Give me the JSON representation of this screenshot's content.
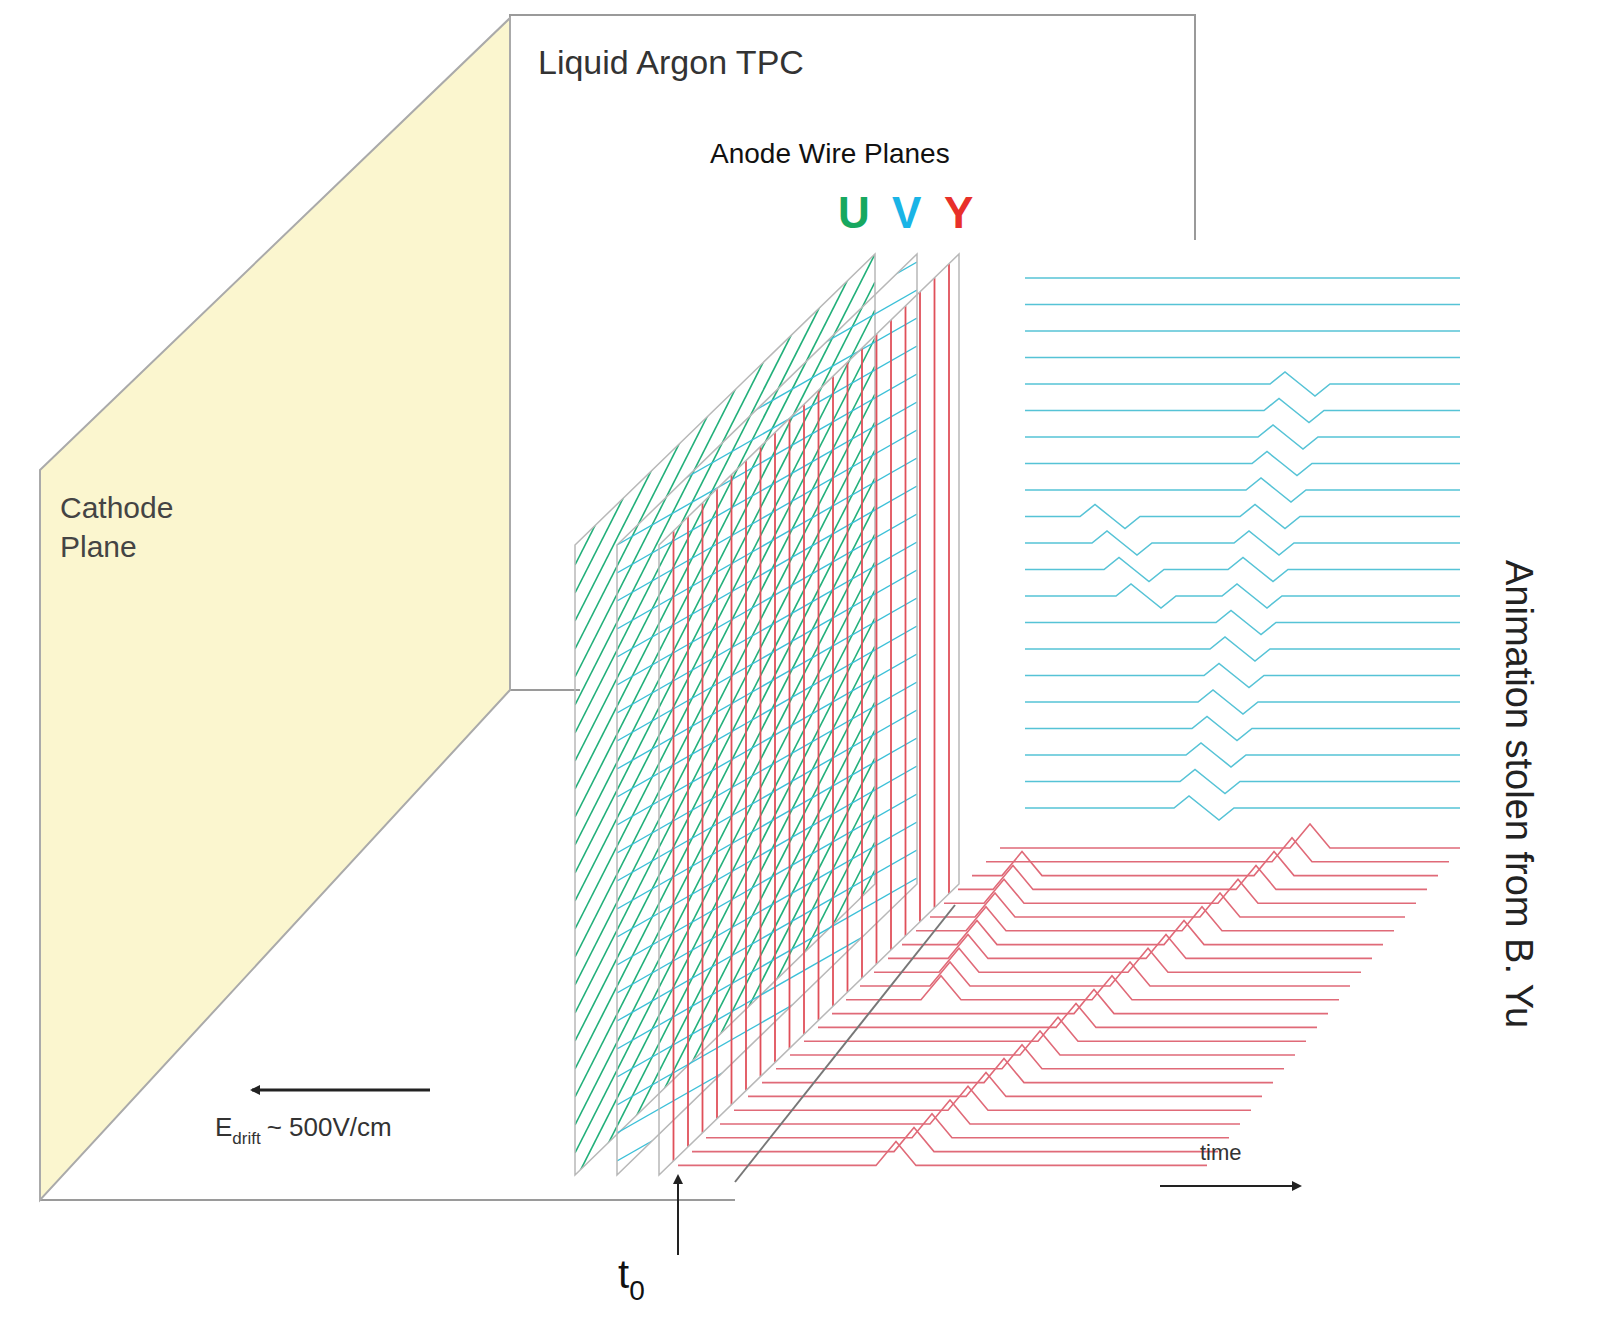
{
  "diagram": {
    "nodes": [
      {
        "text": [
          "Liquid Argon TPC"
        ]
      },
      {
        "text": [
          "Cathode Plane"
        ]
      }
    ],
    "labels": [
      "Anode Wire Planes",
      "U",
      "V",
      "Y",
      "E",
      "drift",
      "~ 500V/cm",
      "time",
      "t",
      "0",
      "Animation stolen from B. Yu"
    ]
  }
}
